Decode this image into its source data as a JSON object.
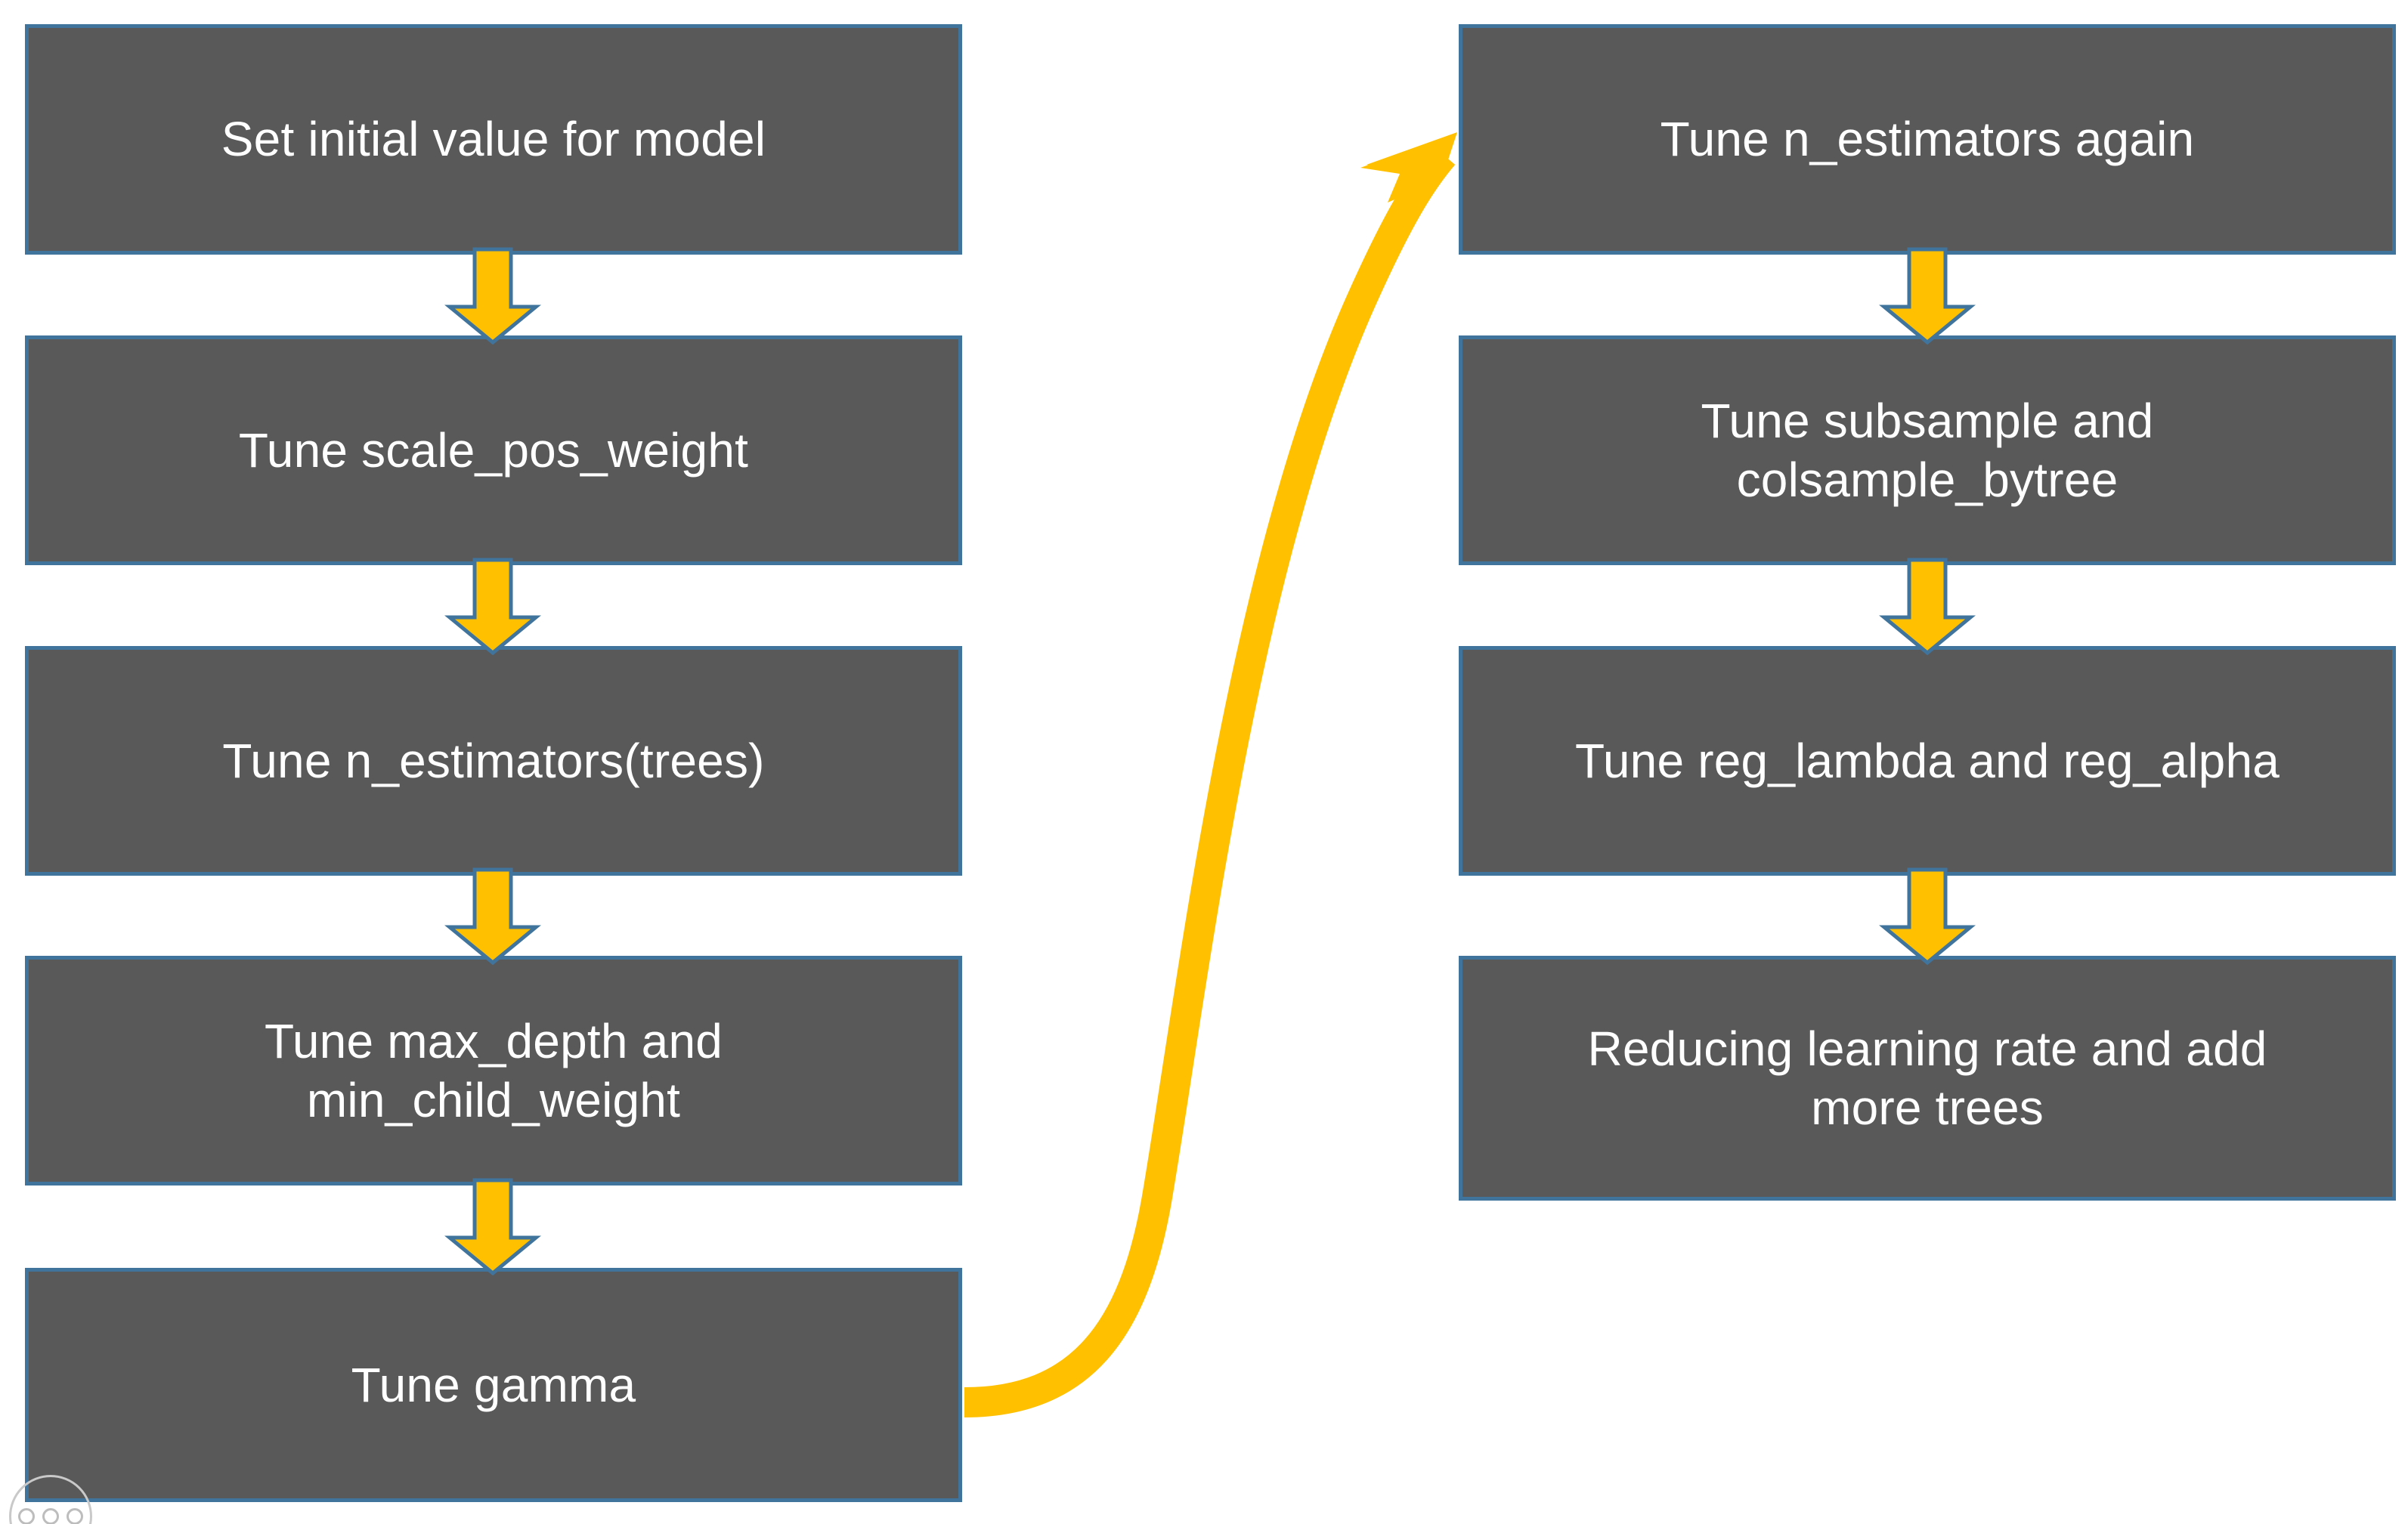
{
  "slide": {
    "background_color": "#FFFFFF",
    "box_fill_color": "#595959",
    "box_border_color": "#41749D",
    "arrow_fill_color": "#FFC000",
    "arrow_outline_color": "#41749D",
    "text_color": "#FFFFFF"
  },
  "left_column": {
    "steps": [
      {
        "label": "Set initial value for model"
      },
      {
        "label": "Tune scale_pos_weight"
      },
      {
        "label": "Tune n_estimators(trees)"
      },
      {
        "label": "Tune max_depth and\nmin_child_weight"
      },
      {
        "label": "Tune gamma"
      }
    ]
  },
  "right_column": {
    "steps": [
      {
        "label": "Tune n_estimators again"
      },
      {
        "label": "Tune subsample and\ncolsample_bytree"
      },
      {
        "label": "Tune reg_lambda and reg_alpha"
      },
      {
        "label": "Reducing learning rate and add\nmore trees"
      }
    ]
  },
  "connectors": {
    "left_down_arrows": 4,
    "right_down_arrows": 3,
    "cross_column_curved_arrow": {
      "from": "Tune gamma",
      "to": "Tune n_estimators again",
      "direction": "up-right"
    }
  },
  "overlay": {
    "more_options_badge": "ooo"
  }
}
